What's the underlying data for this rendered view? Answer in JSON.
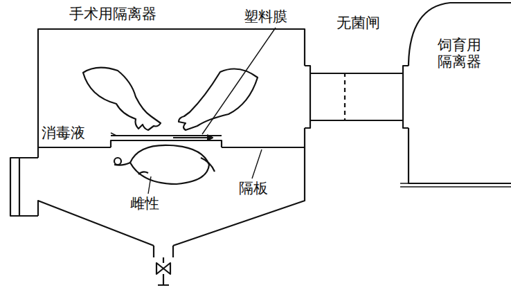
{
  "diagram": {
    "nodes": [
      {
        "text": [
          "手术用隔离器"
        ]
      },
      {
        "text": [
          "无菌闸"
        ]
      },
      {
        "text": [
          "饲育用隔离器"
        ]
      }
    ],
    "labels": [
      "塑料膜",
      "消毒液",
      "雌性",
      "隔板"
    ]
  }
}
